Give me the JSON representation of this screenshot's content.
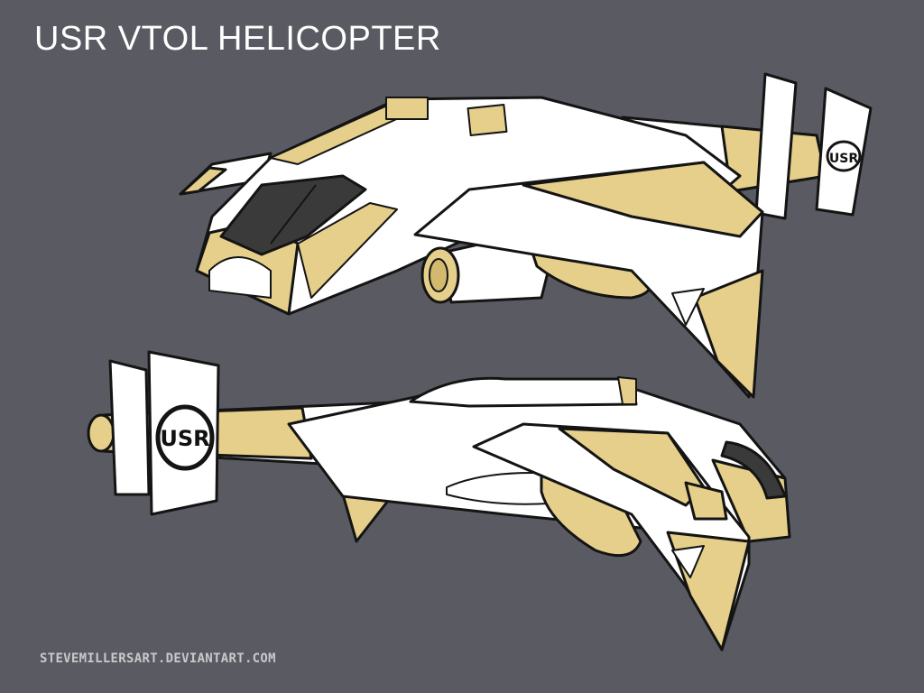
{
  "title": "USR VTOL HELICOPTER",
  "watermark": "STEVEMILLERSART.DEVIANTART.COM",
  "tail_logo_text": "USR",
  "colors": {
    "background": "#5a5b62",
    "hull": "#ffffff",
    "accent": "#e6cf8a",
    "canopy": "#3a3a3a",
    "outline": "#141414"
  }
}
